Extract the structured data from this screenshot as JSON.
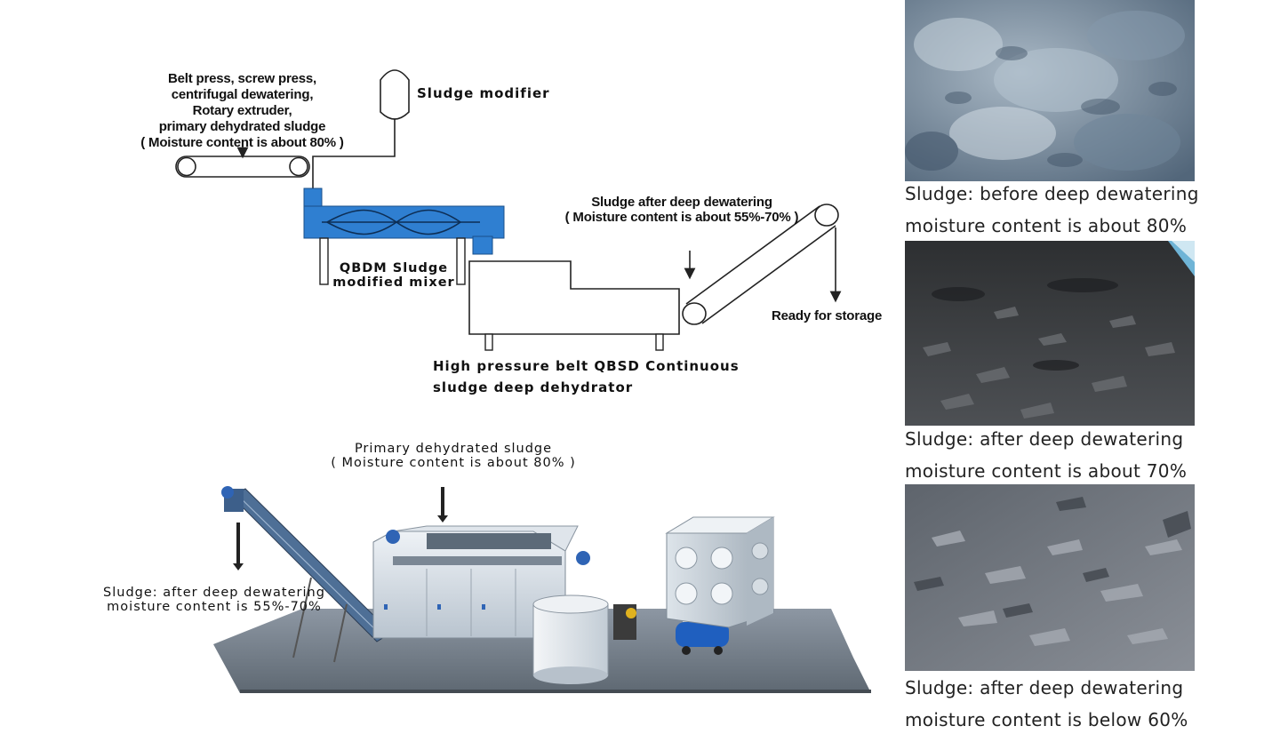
{
  "diagram": {
    "source_label_lines": [
      "Belt press, screw press,",
      "centrifugal dewatering,",
      "Rotary extruder,",
      "primary dehydrated sludge",
      "( Moisture content is about 80% )"
    ],
    "modifier_label": "Sludge modifier",
    "mixer_label_lines": [
      "QBDM Sludge",
      "modified mixer"
    ],
    "dewatered_label_lines": [
      "Sludge after deep dewatering",
      "( Moisture content is about 55%-70% )"
    ],
    "storage_label": "Ready for storage",
    "dehydrator_label_lines": [
      "High pressure belt QBSD Continuous",
      "sludge deep dehydrator"
    ],
    "colors": {
      "mixer_blue": "#2f7fd1",
      "outline": "#222222"
    }
  },
  "machine_view": {
    "input_label_lines": [
      "Primary dehydrated sludge",
      "( Moisture content is about 80% )"
    ],
    "output_label_lines": [
      "Sludge: after deep dewatering",
      "moisture content is 55%-70%"
    ]
  },
  "samples": [
    {
      "caption_lines": [
        "Sludge: before deep dewatering",
        "moisture content is about 80%"
      ]
    },
    {
      "caption_lines": [
        "Sludge: after deep dewatering",
        "moisture content is about 70%"
      ]
    },
    {
      "caption_lines": [
        "Sludge: after deep dewatering",
        "moisture content is below 60%"
      ]
    }
  ]
}
